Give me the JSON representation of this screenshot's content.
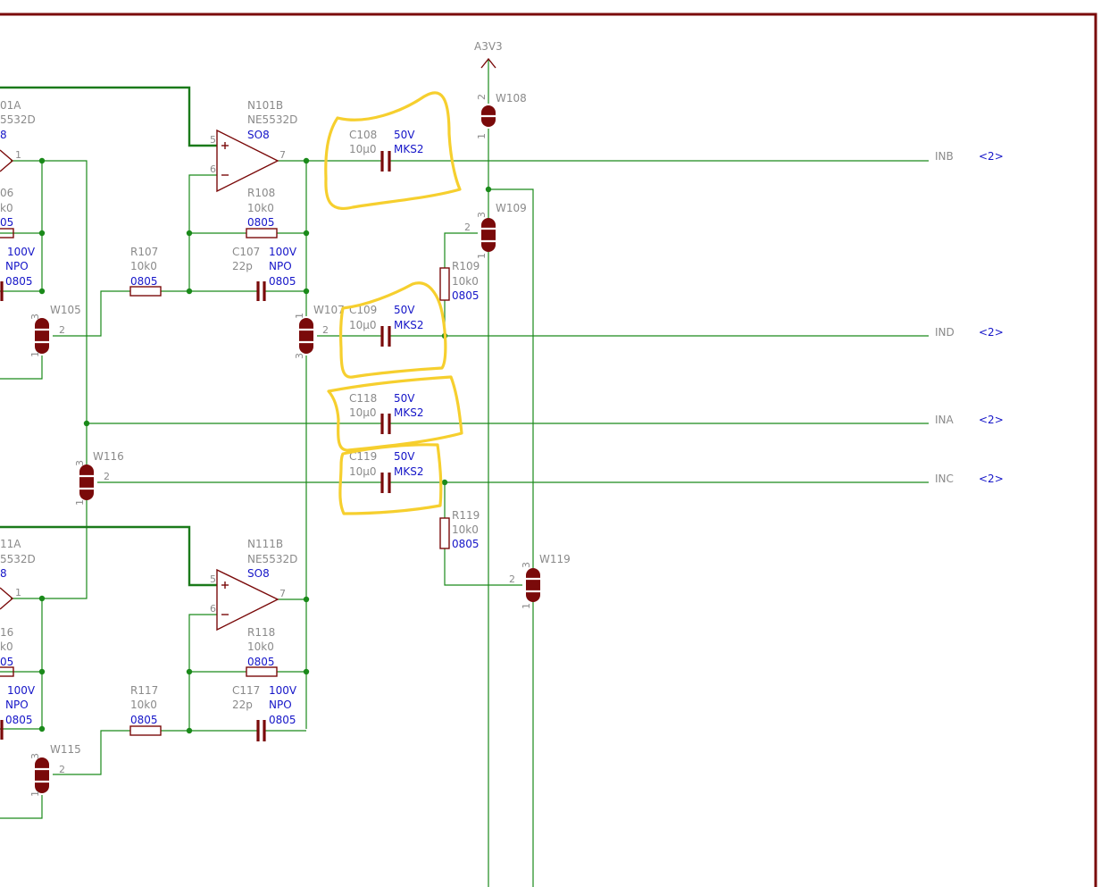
{
  "power": {
    "label": "A3V3"
  },
  "opamps": [
    {
      "id": "n101a",
      "ref": "01A",
      "value": "5532D",
      "pkg": "8",
      "pin_out": "1"
    },
    {
      "id": "n101b",
      "ref": "N101B",
      "value": "NE5532D",
      "pkg": "SO8",
      "pin_plus": "5",
      "pin_minus": "6",
      "pin_out": "7"
    },
    {
      "id": "n111a",
      "ref": "11A",
      "value": "5532D",
      "pkg": "8",
      "pin_out": "1"
    },
    {
      "id": "n111b",
      "ref": "N111B",
      "value": "NE5532D",
      "pkg": "SO8",
      "pin_plus": "5",
      "pin_minus": "6",
      "pin_out": "7"
    }
  ],
  "resistors": [
    {
      "id": "r106",
      "ref": "06",
      "value": "k0",
      "pkg": "05"
    },
    {
      "id": "r107",
      "ref": "R107",
      "value": "10k0",
      "pkg": "0805"
    },
    {
      "id": "r108",
      "ref": "R108",
      "value": "10k0",
      "pkg": "0805"
    },
    {
      "id": "r109",
      "ref": "R109",
      "value": "10k0",
      "pkg": "0805"
    },
    {
      "id": "r116",
      "ref": "16",
      "value": "k0",
      "pkg": "05"
    },
    {
      "id": "r117",
      "ref": "R117",
      "value": "10k0",
      "pkg": "0805"
    },
    {
      "id": "r118",
      "ref": "R118",
      "value": "10k0",
      "pkg": "0805"
    },
    {
      "id": "r119",
      "ref": "R119",
      "value": "10k0",
      "pkg": "0805"
    }
  ],
  "capacitors": [
    {
      "id": "c106",
      "volt": "100V",
      "type": "NPO",
      "pkg": "0805"
    },
    {
      "id": "c107",
      "ref": "C107",
      "value": "22p",
      "volt": "100V",
      "type": "NPO",
      "pkg": "0805"
    },
    {
      "id": "c108",
      "ref": "C108",
      "value": "10µ0",
      "volt": "50V",
      "type": "MKS2"
    },
    {
      "id": "c109",
      "ref": "C109",
      "value": "10µ0",
      "volt": "50V",
      "type": "MKS2"
    },
    {
      "id": "c116",
      "volt": "100V",
      "type": "NPO",
      "pkg": "0805"
    },
    {
      "id": "c117",
      "ref": "C117",
      "value": "22p",
      "volt": "100V",
      "type": "NPO",
      "pkg": "0805"
    },
    {
      "id": "c118",
      "ref": "C118",
      "value": "10µ0",
      "volt": "50V",
      "type": "MKS2"
    },
    {
      "id": "c119",
      "ref": "C119",
      "value": "10µ0",
      "volt": "50V",
      "type": "MKS2"
    }
  ],
  "jumpers": [
    {
      "id": "w105",
      "ref": "W105",
      "p1": "1",
      "p2": "2",
      "p3": "3"
    },
    {
      "id": "w107",
      "ref": "W107",
      "p1": "1",
      "p2": "2",
      "p3": "3"
    },
    {
      "id": "w108",
      "ref": "W108",
      "p1": "1",
      "p2": "2"
    },
    {
      "id": "w109",
      "ref": "W109",
      "p1": "1",
      "p2": "2",
      "p3": "3"
    },
    {
      "id": "w115",
      "ref": "W115",
      "p1": "1",
      "p2": "2",
      "p3": "3"
    },
    {
      "id": "w116",
      "ref": "W116",
      "p1": "1",
      "p2": "2",
      "p3": "3"
    },
    {
      "id": "w119",
      "ref": "W119",
      "p1": "1",
      "p2": "2",
      "p3": "3"
    }
  ],
  "nets": [
    {
      "id": "inb",
      "name": "INB",
      "sheet_ref": "<2>"
    },
    {
      "id": "ind",
      "name": "IND",
      "sheet_ref": "<2>"
    },
    {
      "id": "ina",
      "name": "INA",
      "sheet_ref": "<2>"
    },
    {
      "id": "inc",
      "name": "INC",
      "sheet_ref": "<2>"
    }
  ],
  "colors": {
    "frame": "#7a0a0a",
    "wire": "#1a8a1a",
    "component": "#7a0a0a",
    "label_gray": "#8a8a8a",
    "label_blue": "#1515c8",
    "highlight": "#f6cf2e"
  }
}
